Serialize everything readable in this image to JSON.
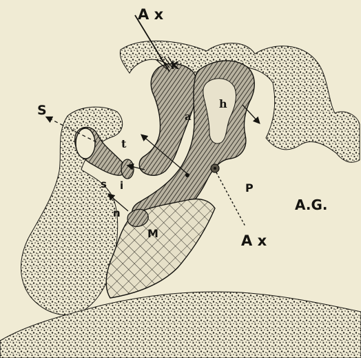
{
  "colors": {
    "paper": "#f0ebd4",
    "ink": "#151410",
    "bone_speckle": "#2a2822",
    "ossicle_shade": "#5a5548"
  },
  "labels": {
    "ax_top": "A x",
    "k": "K",
    "s_arrow": "S",
    "t": "t",
    "a": "a",
    "h": "h",
    "s_small": "s",
    "i": "i",
    "n": "n",
    "p": "P",
    "m": "M",
    "ag": "A.G.",
    "ax_bottom": "A x"
  }
}
